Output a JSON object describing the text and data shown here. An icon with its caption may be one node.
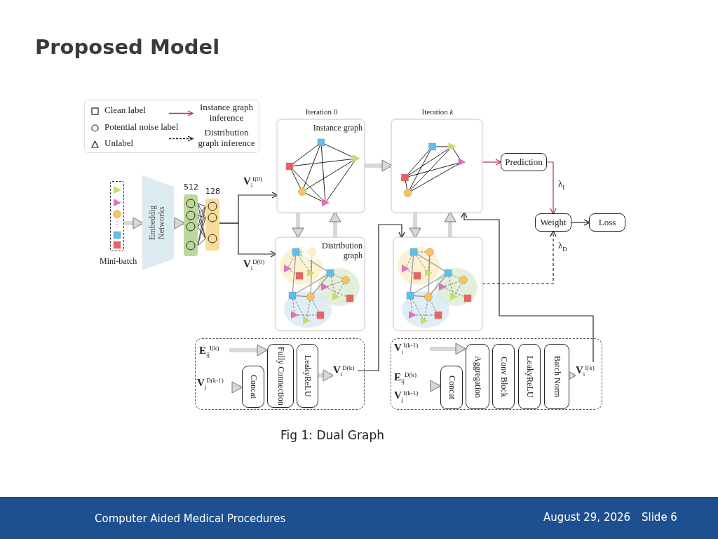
{
  "diagram": {
    "title": "Proposed Model",
    "caption": "Fig 1: Dual Graph",
    "nodes": [
      {
        "text": [
          "Mini-batch"
        ]
      },
      {
        "text": [
          "Embeddig Networks"
        ]
      },
      {
        "text": [
          "512"
        ]
      },
      {
        "text": [
          "128"
        ]
      },
      {
        "text": [
          "Iteration 0",
          "Instance graph"
        ]
      },
      {
        "text": [
          "Distribution graph"
        ]
      },
      {
        "text": [
          "Iteration *k*"
        ]
      },
      {
        "text": [],
        "shape": "box"
      },
      {
        "text": [
          "Prediction"
        ]
      },
      {
        "text": [
          "Weight"
        ]
      },
      {
        "text": [
          "Loss"
        ]
      },
      {
        "text": [],
        "shape": "box"
      },
      {
        "text": [
          "**E**$_{ij}$$^{I(k)}$"
        ],
        "in": 11
      },
      {
        "text": [
          "**V**$_{j}$$^{D(k-1)}$"
        ],
        "in": 11
      },
      {
        "text": [
          "Concat"
        ],
        "in": 11
      },
      {
        "text": [
          "Fully Connection"
        ],
        "in": 11
      },
      {
        "text": [
          "LeakyReLU"
        ],
        "in": 11
      },
      {
        "text": [
          "**V**$_{i}$$^{D(k)}$"
        ],
        "in": 11
      },
      {
        "text": [],
        "shape": "box"
      },
      {
        "text": [
          "**V**$_{i}$$^{I(k-1)}$"
        ],
        "in": 18
      },
      {
        "text": [
          "**E**$_{ij}$$^{D(k)}$",
          "**V**$_{j}$$^{I(k-1)}$"
        ],
        "in": 18
      },
      {
        "text": [
          "Concat"
        ],
        "in": 18
      },
      {
        "text": [
          "Aggregation"
        ],
        "in": 18
      },
      {
        "text": [
          "Conv Block"
        ],
        "in": 18
      },
      {
        "text": [
          "LeakyReLU"
        ],
        "in": 18
      },
      {
        "text": [
          "Batch Norm"
        ],
        "in": 18
      },
      {
        "text": [
          "**V**$_{i}$$^{I(k)}$"
        ],
        "in": 18
      }
    ],
    "edges": [
      {
        "from": 0,
        "to": 1,
        "arrow": "to"
      },
      {
        "from": 1,
        "to": 2,
        "arrow": "to"
      },
      {
        "from": 2,
        "to": 3,
        "arrow": "none",
        "color": "#222222"
      },
      {
        "from": 3,
        "to": 4,
        "arrow": "to",
        "label": "**V**$_{i}$$^{I(0)}$",
        "color": "#222222"
      },
      {
        "from": 3,
        "to": 5,
        "arrow": "to",
        "label": "**V**$_{i}$$^{D(0)}$",
        "color": "#222222"
      },
      {
        "from": 4,
        "to": 5,
        "arrow": "to"
      },
      {
        "from": 5,
        "to": 4,
        "arrow": "to"
      },
      {
        "from": 4,
        "to": 6,
        "arrow": "to"
      },
      {
        "from": 6,
        "to": 7,
        "arrow": "to"
      },
      {
        "from": 7,
        "to": 6,
        "arrow": "to"
      },
      {
        "from": 6,
        "to": 8,
        "arrow": "to",
        "color": "#b03050"
      },
      {
        "from": 8,
        "to": 9,
        "arrow": "to",
        "label": "λ$_{I}$",
        "color": "#b03050"
      },
      {
        "from": 9,
        "to": 10,
        "arrow": "to",
        "color": "#222222"
      },
      {
        "from": 7,
        "to": 9,
        "arrow": "to",
        "label": "λ$_{D}$",
        "style": "dashed",
        "color": "#222222"
      },
      {
        "from": 12,
        "to": 15,
        "arrow": "to"
      },
      {
        "from": 13,
        "to": 14,
        "arrow": "to"
      },
      {
        "from": 16,
        "to": 17,
        "arrow": "to"
      },
      {
        "from": 17,
        "to": 7,
        "arrow": "to",
        "color": "#222222"
      },
      {
        "from": 19,
        "to": 22,
        "arrow": "to"
      },
      {
        "from": 20,
        "to": 21,
        "arrow": "to"
      },
      {
        "from": 25,
        "to": 26,
        "arrow": "to"
      },
      {
        "from": 26,
        "to": 6,
        "arrow": "to",
        "color": "#222222"
      }
    ],
    "labels": [
      "Computer Aided Medical Procedures",
      "August 29, 2026",
      "Slide 6"
    ],
    "legend": [
      {
        "text": "Clean label"
      },
      {
        "text": "Potential noise label"
      },
      {
        "text": "Unlabel"
      },
      {
        "text": "Instance graph inference"
      },
      {
        "text": "Distribution graph inference"
      }
    ]
  }
}
